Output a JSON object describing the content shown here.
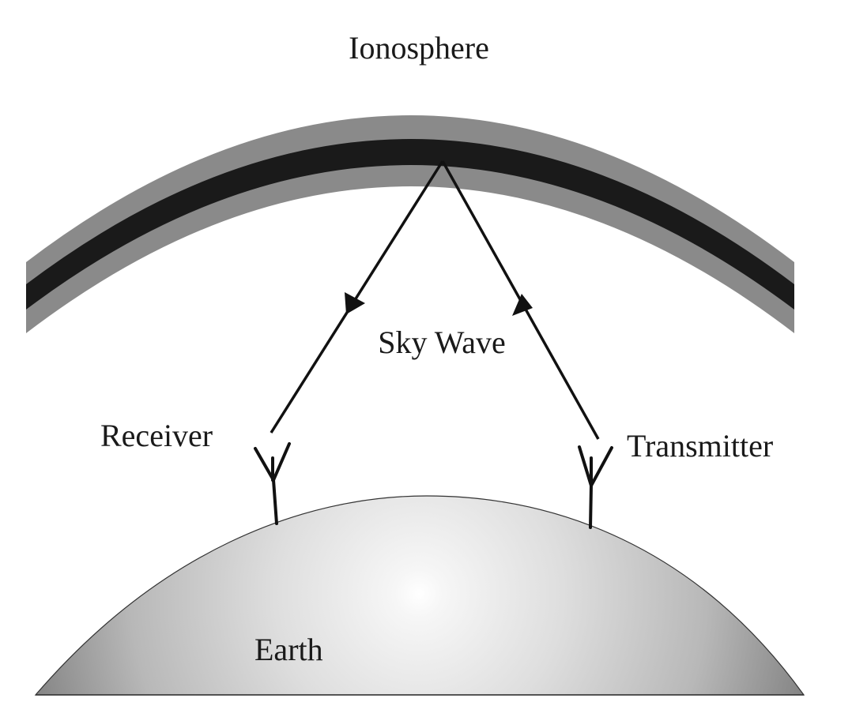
{
  "labels": {
    "ionosphere": "Ionosphere",
    "sky_wave": "Sky Wave",
    "receiver": "Receiver",
    "transmitter": "Transmitter",
    "earth": "Earth"
  },
  "colors": {
    "ionosphere_outer": "#8a8a8a",
    "ionosphere_inner": "#1a1a1a",
    "earth_center": "#ffffff",
    "earth_edge": "#7a7a7a",
    "ray": "#111111",
    "text": "#1a1a1a"
  }
}
